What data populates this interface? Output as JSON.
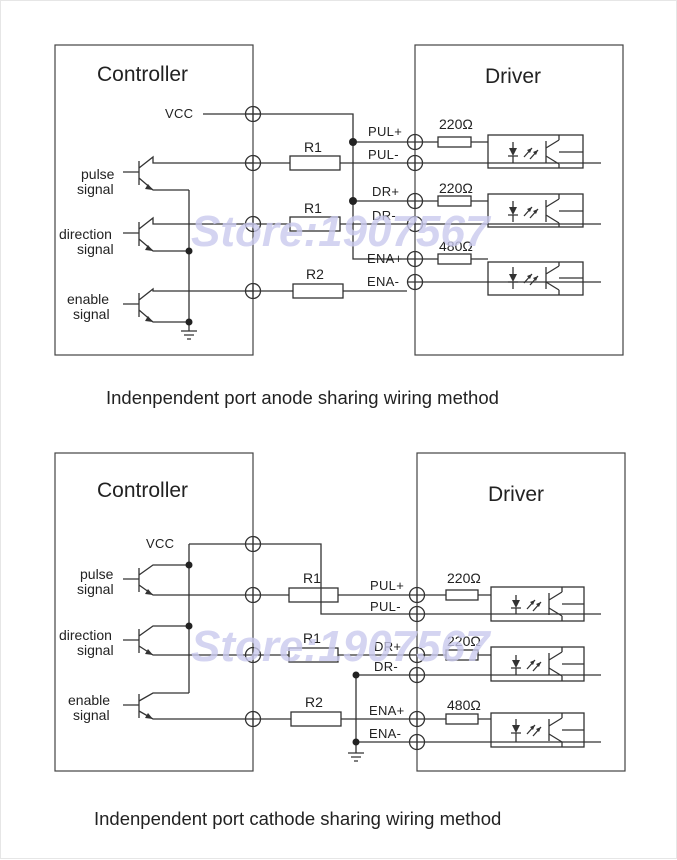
{
  "watermark": "Store:1907567",
  "colors": {
    "line": "#333333",
    "watermark": "#c9c9ee"
  },
  "diagrams": [
    {
      "caption": "Indenpendent port anode sharing wiring method",
      "controller_title": "Controller",
      "driver_title": "Driver",
      "vcc_label": "VCC",
      "signals": [
        {
          "line1": "pulse",
          "line2": "signal"
        },
        {
          "line1": "direction",
          "line2": "signal"
        },
        {
          "line1": "enable",
          "line2": "signal"
        }
      ],
      "resistors": [
        "R1",
        "R1",
        "R2"
      ],
      "ports": [
        "PUL+",
        "PUL-",
        "DR+",
        "DR-",
        "ENA+",
        "ENA-"
      ],
      "driver_resistors": [
        "220Ω",
        "220Ω",
        "480Ω"
      ]
    },
    {
      "caption": "Indenpendent port cathode sharing wiring method",
      "controller_title": "Controller",
      "driver_title": "Driver",
      "vcc_label": "VCC",
      "signals": [
        {
          "line1": "pulse",
          "line2": "signal"
        },
        {
          "line1": "direction",
          "line2": "signal"
        },
        {
          "line1": "enable",
          "line2": "signal"
        }
      ],
      "resistors": [
        "R1",
        "R1",
        "R2"
      ],
      "ports": [
        "PUL+",
        "PUL-",
        "DR+",
        "DR-",
        "ENA+",
        "ENA-"
      ],
      "driver_resistors": [
        "220Ω",
        "220Ω",
        "480Ω"
      ]
    }
  ]
}
